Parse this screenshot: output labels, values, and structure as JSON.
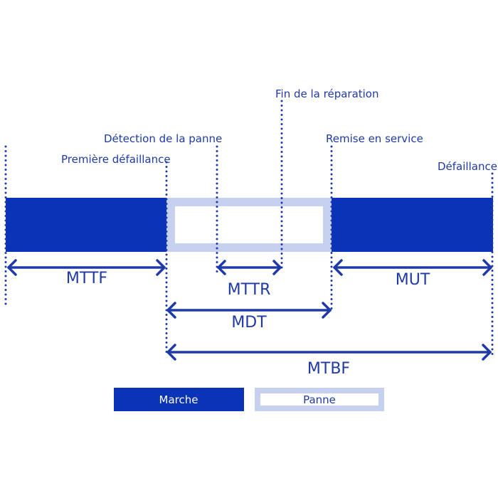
{
  "colors": {
    "marche": "#0a33b8",
    "panne_border": "#c6d0ef",
    "text": "#1f3aa8"
  },
  "events": {
    "fin_reparation": "Fin de la réparation",
    "detection_panne": "Détection de la panne",
    "remise_service": "Remise en service",
    "premiere_defaillance": "Première défaillance",
    "defaillance": "Défaillance"
  },
  "intervals": {
    "mttf": "MTTF",
    "mttr": "MTTR",
    "mut": "MUT",
    "mdt": "MDT",
    "mtbf": "MTBF"
  },
  "legend": {
    "marche": "Marche",
    "panne": "Panne"
  }
}
